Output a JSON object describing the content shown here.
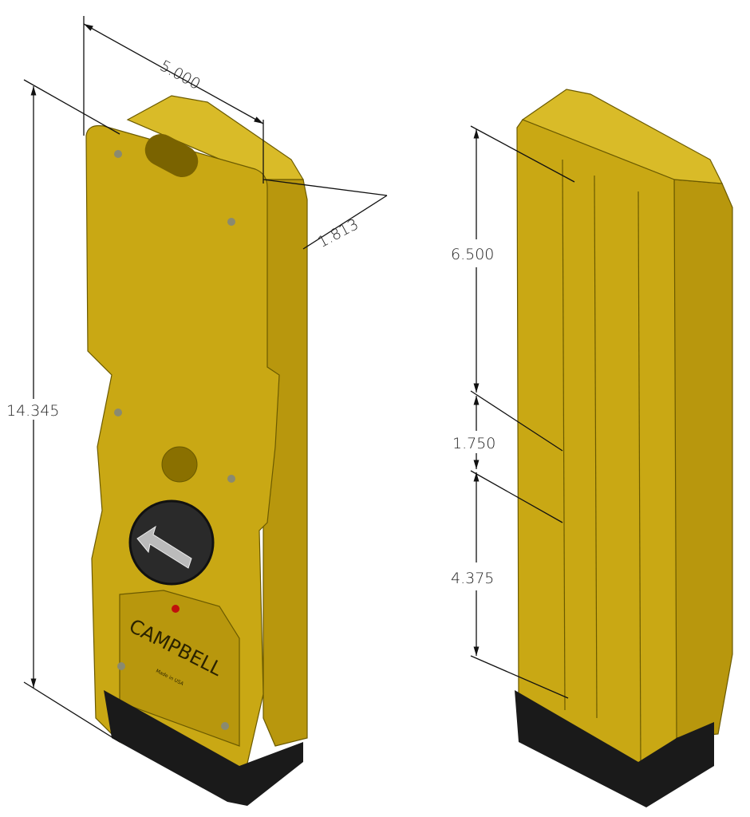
{
  "dimensions": {
    "left_view": {
      "width": "5.000",
      "depth": "1.813",
      "height": "14.345"
    },
    "right_view": {
      "upper": "6.500",
      "middle": "1.750",
      "lower": "4.375"
    }
  },
  "logo": {
    "brand": "CAMPBELL",
    "subtext": "Made in USA"
  },
  "colors": {
    "body": "#c9a814",
    "base": "#1a1a1a",
    "indicator": "#c0100c",
    "dimension_line": "#111111"
  }
}
